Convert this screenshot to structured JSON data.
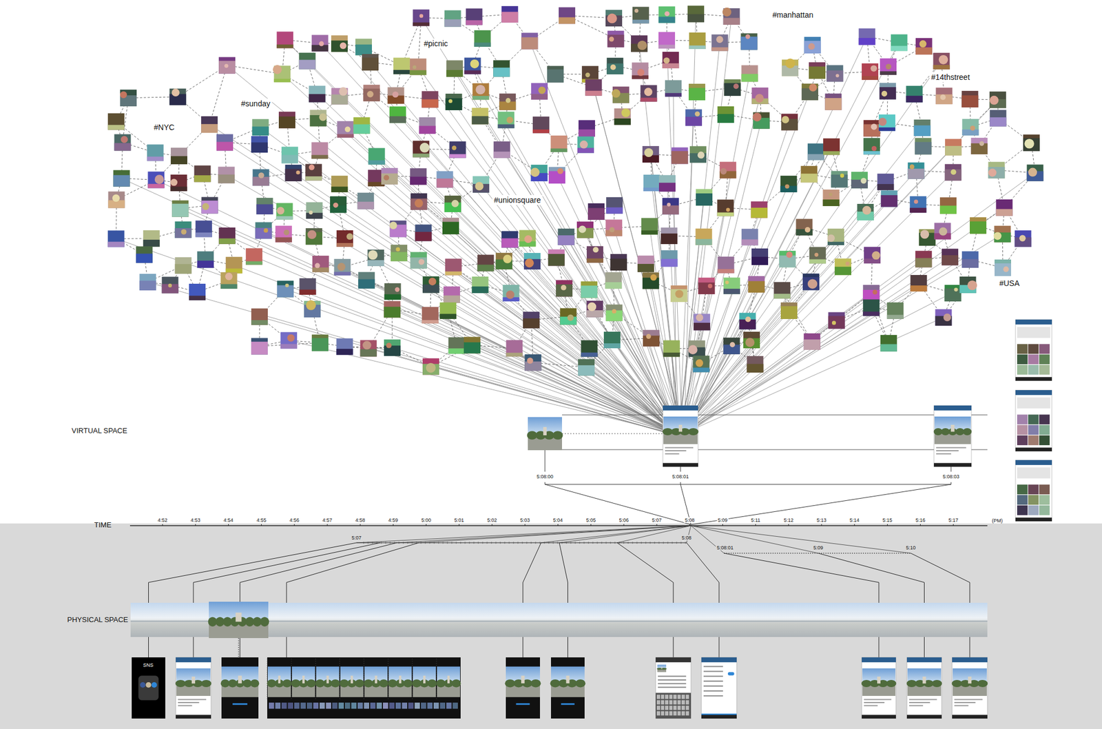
{
  "diagram": {
    "labels": [
      "#manhattan",
      "#picnic",
      "#14thstreet",
      "#sunday",
      "#NYC",
      "#unionsquare",
      "#USA",
      "VIRTUAL SPACE",
      "TIME",
      "PHYSICAL SPACE",
      "(PM)",
      "4:52",
      "4:53",
      "4:54",
      "4:55",
      "4:56",
      "4:57",
      "4:58",
      "4:59",
      "5:00",
      "5:01",
      "5:02",
      "5:03",
      "5:04",
      "5:05",
      "5:06",
      "5:07",
      "5:08",
      "5:09",
      "5:11",
      "5:12",
      "5:13",
      "5:14",
      "5:15",
      "5:16",
      "5:17",
      "5:07",
      "5:08",
      "5:08:01",
      "5:09",
      "5:10",
      "5:08:00",
      "5:08:01",
      "5:08:03",
      "SNS"
    ]
  }
}
